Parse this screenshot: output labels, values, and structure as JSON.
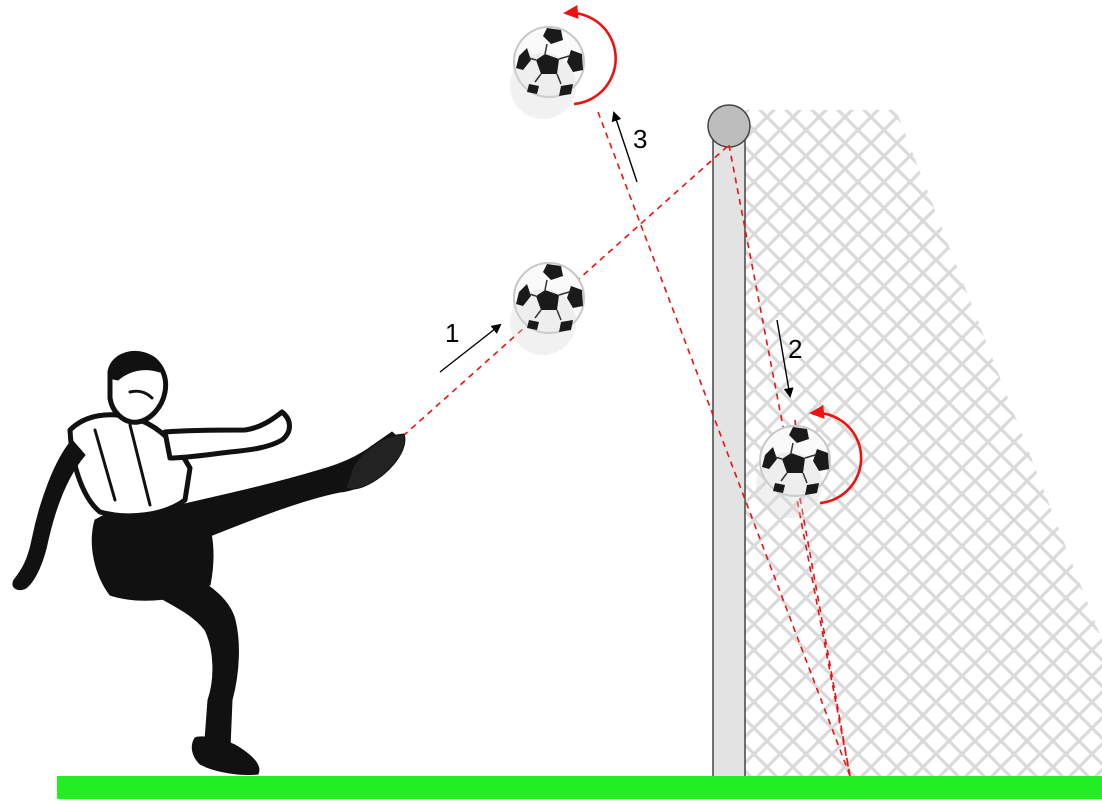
{
  "labels": {
    "step1": "1",
    "step2": "2",
    "step3": "3"
  },
  "colors": {
    "ground": "#22ee22",
    "trajectory": "#ee1111",
    "spin_arrow": "#ee1111",
    "motion_arrow": "#000000",
    "post_fill": "#e3e3e3",
    "post_top": "#bdbdbd",
    "net": "#dadada"
  },
  "icons": {
    "player": "soccer-player-kicking",
    "ball": "soccer-ball",
    "spin": "curved-spin-arrow"
  }
}
